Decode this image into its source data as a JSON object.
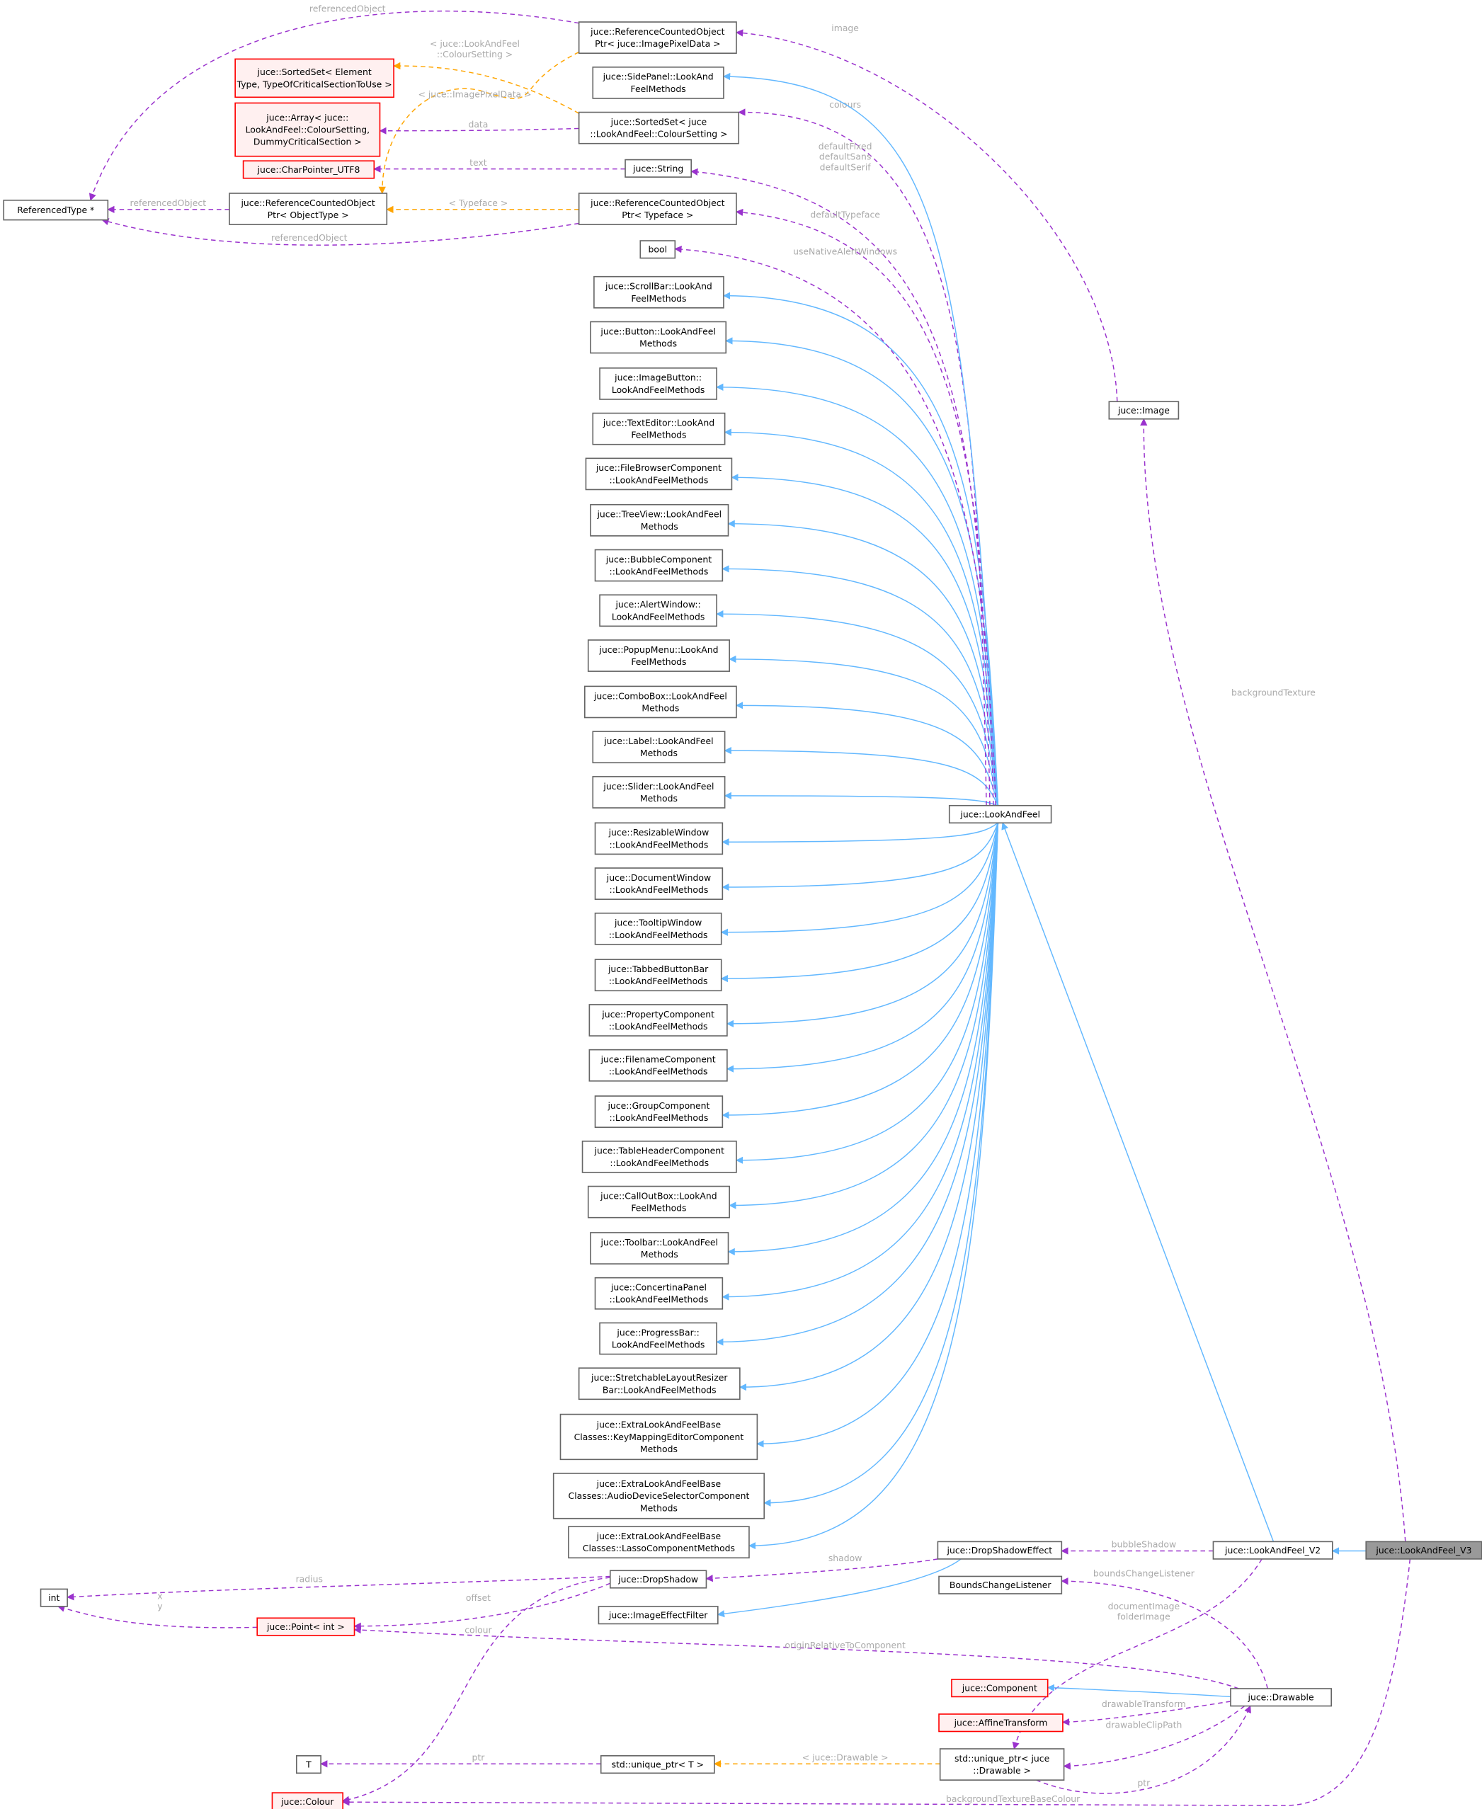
{
  "colors": {
    "inheritance": "#63b8ff",
    "usage": "#9a32cd",
    "template": "#ffa500",
    "undocumented_border": "#ff0000",
    "focus_fill": "#999999",
    "label": "#aaaaaa"
  },
  "nodes": {
    "referencedType": {
      "lines": [
        "ReferencedType *"
      ]
    },
    "sortedSetElement": {
      "lines": [
        "juce::SortedSet< Element",
        "Type, TypeOfCriticalSectionToUse >"
      ],
      "undocumented": true
    },
    "arrayColour": {
      "lines": [
        "juce::Array< juce::",
        "LookAndFeel::ColourSetting,",
        "DummyCriticalSection >"
      ],
      "undocumented": true
    },
    "charPointer": {
      "lines": [
        "juce::CharPointer_UTF8"
      ],
      "undocumented": true
    },
    "rcoObjectType": {
      "lines": [
        "juce::ReferenceCountedObject",
        "Ptr< ObjectType >"
      ]
    },
    "rcoImagePixel": {
      "lines": [
        "juce::ReferenceCountedObject",
        "Ptr< juce::ImagePixelData >"
      ]
    },
    "sidePanel": {
      "lines": [
        "juce::SidePanel::LookAnd",
        "FeelMethods"
      ]
    },
    "sortedSetColour": {
      "lines": [
        "juce::SortedSet< juce",
        "::LookAndFeel::ColourSetting >"
      ]
    },
    "string": {
      "lines": [
        "juce::String"
      ]
    },
    "rcoTypeface": {
      "lines": [
        "juce::ReferenceCountedObject",
        "Ptr< Typeface >"
      ]
    },
    "bool": {
      "lines": [
        "bool"
      ]
    },
    "lookAndFeel": {
      "lines": [
        "juce::LookAndFeel"
      ]
    },
    "image": {
      "lines": [
        "juce::Image"
      ]
    },
    "dropShadowEffect": {
      "lines": [
        "juce::DropShadowEffect"
      ]
    },
    "lafV2": {
      "lines": [
        "juce::LookAndFeel_V2"
      ]
    },
    "lafV3": {
      "lines": [
        "juce::LookAndFeel_V3"
      ],
      "highlighted": true
    },
    "boundsChangeListener": {
      "lines": [
        "BoundsChangeListener"
      ]
    },
    "dropShadow": {
      "lines": [
        "juce::DropShadow"
      ]
    },
    "imageEffectFilter": {
      "lines": [
        "juce::ImageEffectFilter"
      ]
    },
    "int": {
      "lines": [
        "int"
      ]
    },
    "pointInt": {
      "lines": [
        "juce::Point< int >"
      ],
      "undocumented": true
    },
    "component": {
      "lines": [
        "juce::Component"
      ],
      "undocumented": true
    },
    "affineTransform": {
      "lines": [
        "juce::AffineTransform"
      ],
      "undocumented": true
    },
    "drawable": {
      "lines": [
        "juce::Drawable"
      ]
    },
    "T": {
      "lines": [
        "T"
      ]
    },
    "uniquePtrT": {
      "lines": [
        "std::unique_ptr< T >"
      ]
    },
    "uniquePtrDrawable": {
      "lines": [
        "std::unique_ptr< juce",
        "::Drawable >"
      ]
    },
    "colour": {
      "lines": [
        "juce::Colour"
      ],
      "undocumented": true
    }
  },
  "methods": [
    [
      "juce::ScrollBar::LookAnd",
      "FeelMethods"
    ],
    [
      "juce::Button::LookAndFeel",
      "Methods"
    ],
    [
      "juce::ImageButton::",
      "LookAndFeelMethods"
    ],
    [
      "juce::TextEditor::LookAnd",
      "FeelMethods"
    ],
    [
      "juce::FileBrowserComponent",
      "::LookAndFeelMethods"
    ],
    [
      "juce::TreeView::LookAndFeel",
      "Methods"
    ],
    [
      "juce::BubbleComponent",
      "::LookAndFeelMethods"
    ],
    [
      "juce::AlertWindow::",
      "LookAndFeelMethods"
    ],
    [
      "juce::PopupMenu::LookAnd",
      "FeelMethods"
    ],
    [
      "juce::ComboBox::LookAndFeel",
      "Methods"
    ],
    [
      "juce::Label::LookAndFeel",
      "Methods"
    ],
    [
      "juce::Slider::LookAndFeel",
      "Methods"
    ],
    [
      "juce::ResizableWindow",
      "::LookAndFeelMethods"
    ],
    [
      "juce::DocumentWindow",
      "::LookAndFeelMethods"
    ],
    [
      "juce::TooltipWindow",
      "::LookAndFeelMethods"
    ],
    [
      "juce::TabbedButtonBar",
      "::LookAndFeelMethods"
    ],
    [
      "juce::PropertyComponent",
      "::LookAndFeelMethods"
    ],
    [
      "juce::FilenameComponent",
      "::LookAndFeelMethods"
    ],
    [
      "juce::GroupComponent",
      "::LookAndFeelMethods"
    ],
    [
      "juce::TableHeaderComponent",
      "::LookAndFeelMethods"
    ],
    [
      "juce::CallOutBox::LookAnd",
      "FeelMethods"
    ],
    [
      "juce::Toolbar::LookAndFeel",
      "Methods"
    ],
    [
      "juce::ConcertinaPanel",
      "::LookAndFeelMethods"
    ],
    [
      "juce::ProgressBar::",
      "LookAndFeelMethods"
    ],
    [
      "juce::StretchableLayoutResizer",
      "Bar::LookAndFeelMethods"
    ],
    [
      "juce::ExtraLookAndFeelBase",
      "Classes::KeyMappingEditorComponent",
      "Methods"
    ],
    [
      "juce::ExtraLookAndFeelBase",
      "Classes::AudioDeviceSelectorComponent",
      "Methods"
    ],
    [
      "juce::ExtraLookAndFeelBase",
      "Classes::LassoComponentMethods"
    ]
  ],
  "edges": [
    {
      "from": "rcoImagePixel",
      "to": "referencedType",
      "kind": "usage",
      "label": [
        "referencedObject"
      ]
    },
    {
      "from": "rcoObjectType",
      "to": "referencedType",
      "kind": "usage",
      "label": [
        "referencedObject"
      ]
    },
    {
      "from": "rcoTypeface",
      "to": "referencedType",
      "kind": "usage",
      "label": [
        "referencedObject"
      ]
    },
    {
      "from": "sortedSetColour",
      "to": "sortedSetElement",
      "kind": "template",
      "label": [
        "< juce::LookAndFeel",
        "::ColourSetting >"
      ]
    },
    {
      "from": "rcoImagePixel",
      "to": "rcoObjectType",
      "kind": "template",
      "label": [
        "< juce::ImagePixelData >"
      ]
    },
    {
      "from": "sortedSetColour",
      "to": "arrayColour",
      "kind": "usage",
      "label": [
        "data"
      ]
    },
    {
      "from": "string",
      "to": "charPointer",
      "kind": "usage",
      "label": [
        "text"
      ]
    },
    {
      "from": "rcoTypeface",
      "to": "rcoObjectType",
      "kind": "template",
      "label": [
        "< Typeface >"
      ]
    },
    {
      "from": "image",
      "to": "rcoImagePixel",
      "kind": "usage",
      "label": [
        "image"
      ]
    },
    {
      "from": "lookAndFeel",
      "to": "sortedSetColour",
      "kind": "usage",
      "label": [
        "colours"
      ]
    },
    {
      "from": "lookAndFeel",
      "to": "string",
      "kind": "usage",
      "label": [
        "defaultFixed",
        "defaultSans",
        "defaultSerif"
      ]
    },
    {
      "from": "lookAndFeel",
      "to": "rcoTypeface",
      "kind": "usage",
      "label": [
        "defaultTypeface"
      ]
    },
    {
      "from": "lookAndFeel",
      "to": "bool",
      "kind": "usage",
      "label": [
        "useNativeAlertWindows"
      ]
    },
    {
      "from": "lafV3",
      "to": "image",
      "kind": "usage",
      "label": [
        "backgroundTexture"
      ]
    },
    {
      "from": "lafV3",
      "to": "colour",
      "kind": "usage",
      "label": [
        "backgroundTextureBaseColour"
      ]
    },
    {
      "from": "lafV2",
      "to": "dropShadowEffect",
      "kind": "usage",
      "label": [
        "bubbleShadow"
      ]
    },
    {
      "from": "lafV2",
      "to": "uniquePtrDrawable",
      "kind": "usage",
      "label": [
        "documentImage",
        "folderImage"
      ]
    },
    {
      "from": "dropShadowEffect",
      "to": "dropShadow",
      "kind": "usage",
      "label": [
        "shadow"
      ]
    },
    {
      "from": "dropShadow",
      "to": "int",
      "kind": "usage",
      "label": [
        "radius"
      ]
    },
    {
      "from": "dropShadow",
      "to": "pointInt",
      "kind": "usage",
      "label": [
        "offset"
      ]
    },
    {
      "from": "dropShadow",
      "to": "colour",
      "kind": "usage",
      "label": [
        "colour"
      ]
    },
    {
      "from": "pointInt",
      "to": "int",
      "kind": "usage",
      "label": [
        "x",
        "y"
      ]
    },
    {
      "from": "drawable",
      "to": "pointInt",
      "kind": "usage",
      "label": [
        "originRelativeToComponent"
      ]
    },
    {
      "from": "drawable",
      "to": "boundsChangeListener",
      "kind": "usage",
      "label": [
        "boundsChangeListener"
      ]
    },
    {
      "from": "drawable",
      "to": "affineTransform",
      "kind": "usage",
      "label": [
        "drawableTransform"
      ]
    },
    {
      "from": "drawable",
      "to": "uniquePtrDrawable",
      "kind": "usage",
      "label": [
        "drawableClipPath"
      ]
    },
    {
      "from": "uniquePtrDrawable",
      "to": "drawable",
      "kind": "usage",
      "label": [
        "ptr"
      ]
    },
    {
      "from": "uniquePtrT",
      "to": "T",
      "kind": "usage",
      "label": [
        "ptr"
      ]
    },
    {
      "from": "uniquePtrDrawable",
      "to": "uniquePtrT",
      "kind": "template",
      "label": [
        "< juce::Drawable >"
      ]
    },
    {
      "from": "lafV3",
      "to": "lafV2",
      "kind": "inheritance",
      "label": []
    },
    {
      "from": "lafV2",
      "to": "lookAndFeel",
      "kind": "inheritance",
      "label": []
    },
    {
      "from": "lookAndFeel",
      "to": "sidePanel",
      "kind": "inheritance",
      "label": []
    },
    {
      "from": "dropShadowEffect",
      "to": "imageEffectFilter",
      "kind": "inheritance",
      "label": []
    },
    {
      "from": "drawable",
      "to": "component",
      "kind": "inheritance",
      "label": []
    }
  ]
}
